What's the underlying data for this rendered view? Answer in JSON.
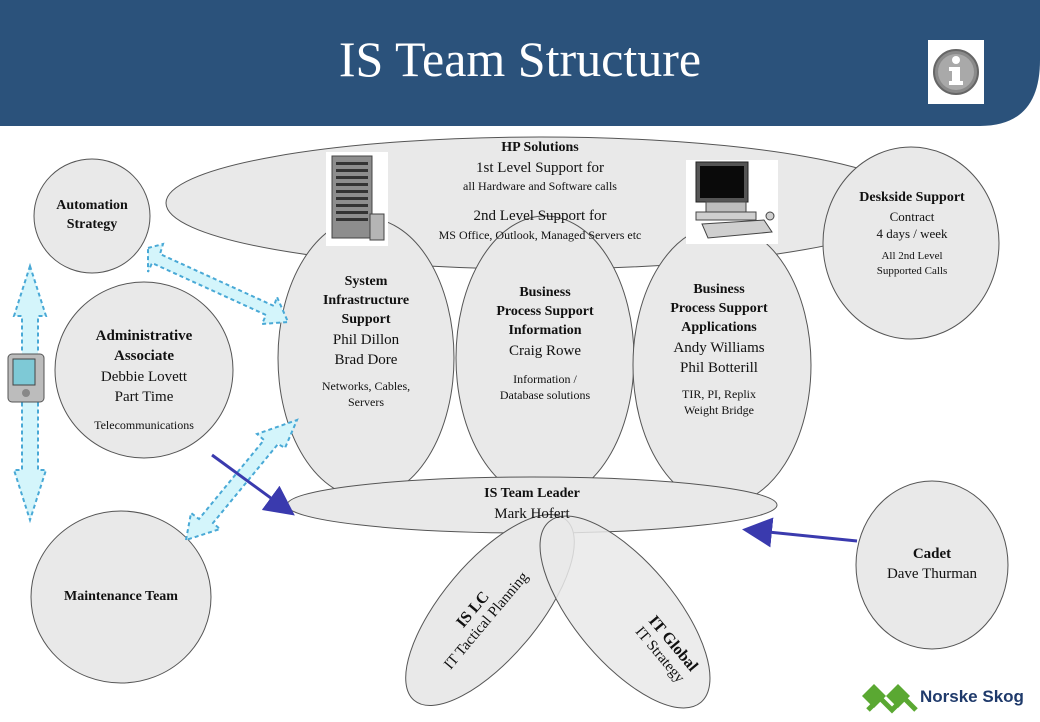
{
  "title": "IS Team Structure",
  "colors": {
    "header": "#2b527b",
    "ellipse_fill": "#e9e9e9",
    "ellipse_stroke": "#555555",
    "dashed_arrow": "#49a9d6",
    "solid_arrow": "#3a3aae"
  },
  "hp": {
    "title": "HP Solutions",
    "l1": "1st Level Support for",
    "l1_sub": "all Hardware and Software calls",
    "l2": "2nd Level Support for",
    "l2_sub": "MS Office, Outlook, Managed Servers etc"
  },
  "deskside": {
    "title": "Deskside Support",
    "line1": "Contract",
    "line2": "4 days / week",
    "line3": "All 2nd Level",
    "line4": "Supported Calls"
  },
  "automation": {
    "line1": "Automation",
    "line2": "Strategy"
  },
  "admin": {
    "line1": "Administrative",
    "line2": "Associate",
    "name": "Debbie Lovett",
    "note": "Part Time",
    "sub": "Telecommunications"
  },
  "maintenance": {
    "label": "Maintenance Team"
  },
  "system": {
    "line1": "System",
    "line2": "Infrastructure",
    "line3": "Support",
    "name1": "Phil Dillon",
    "name2": "Brad Dore",
    "sub1": "Networks, Cables,",
    "sub2": "Servers"
  },
  "bps_info": {
    "line1": "Business",
    "line2": "Process Support",
    "line3": "Information",
    "name": "Craig Rowe",
    "sub1": "Information /",
    "sub2": "Database solutions"
  },
  "bps_apps": {
    "line1": "Business",
    "line2": "Process Support",
    "line3": "Applications",
    "name1": "Andy Williams",
    "name2": "Phil Botterill",
    "sub1": "TIR, PI, Replix",
    "sub2": "Weight Bridge"
  },
  "leader": {
    "title": "IS Team Leader",
    "name": "Mark Hofert"
  },
  "cadet": {
    "title": "Cadet",
    "name": "Dave Thurman"
  },
  "islc": {
    "title": "IS LC",
    "sub": "IT Tactical Planning"
  },
  "itglobal": {
    "title": "IT Global",
    "sub": "IT Strategy"
  },
  "logo": {
    "text": "Norske Skog"
  },
  "icons": [
    "server-icon",
    "computer-icon",
    "pda-icon",
    "info-icon",
    "norske-skog-logo"
  ]
}
